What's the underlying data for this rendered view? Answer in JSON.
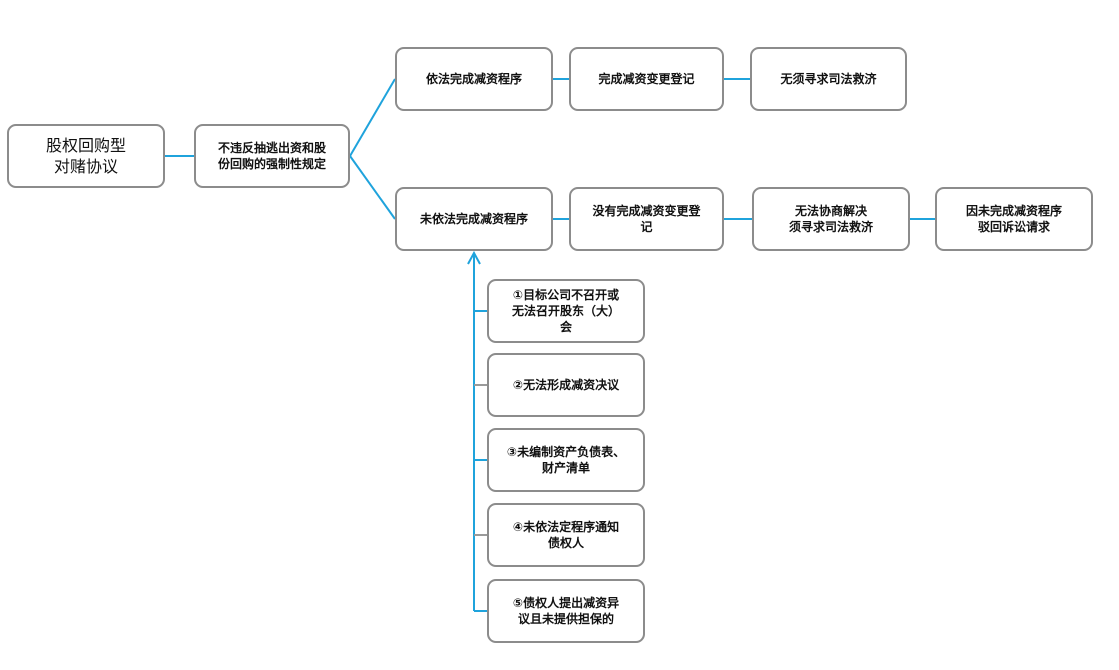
{
  "colors": {
    "connector": "#1fa3dc",
    "border": "#8c8c8c"
  },
  "nodes": {
    "root": "股权回购型\n对赌协议",
    "condition": "不违反抽逃出资和股\n份回购的强制性规定",
    "branch_yes": "依法完成减资程序",
    "yes_step1": "完成减资变更登记",
    "yes_step2": "无须寻求司法救济",
    "branch_no": "未依法完成减资程序",
    "no_step1": "没有完成减资变更登\n记",
    "no_step2": "无法协商解决\n须寻求司法救济",
    "no_step3": "因未完成减资程序\n驳回诉讼请求"
  },
  "reasons": [
    "①目标公司不召开或\n无法召开股东（大）\n会",
    "②无法形成减资决议",
    "③未编制资产负债表、\n财产清单",
    "④未依法定程序通知\n债权人",
    "⑤债权人提出减资异\n议且未提供担保的"
  ]
}
